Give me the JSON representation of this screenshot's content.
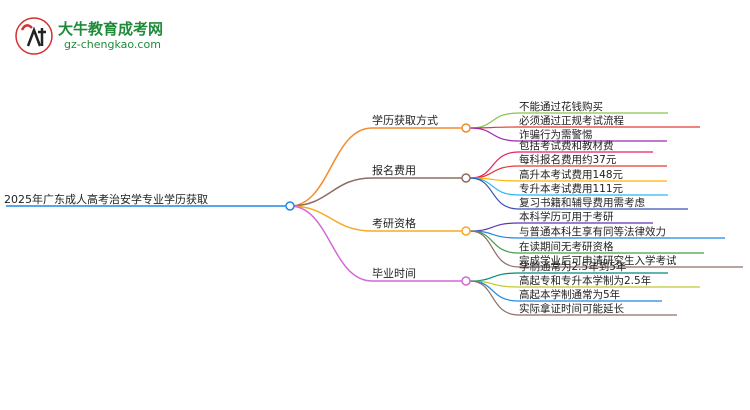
{
  "header": {
    "site_title": "大牛教育成考网",
    "site_url": "gz-chengkao.com"
  },
  "mindmap": {
    "root": "2025年广东成人高考治安学专业学历获取",
    "branches": [
      {
        "label": "学历获取方式",
        "color": "#f28c28",
        "leaves": [
          "不能通过花钱购买",
          "必须通过正规考试流程",
          "诈骗行为需警惕"
        ],
        "leaf_colors": [
          "#8bc34a",
          "#e53935",
          "#9c27b0"
        ]
      },
      {
        "label": "报名费用",
        "color": "#8d6e63",
        "leaves": [
          "包括考试费和教材费",
          "每科报名费用约37元",
          "高升本考试费用148元",
          "专升本考试费用111元",
          "复习书籍和辅导费用需考虑"
        ],
        "leaf_colors": [
          "#e91e63",
          "#e53935",
          "#ffb300",
          "#29b6f6",
          "#3f51b5"
        ]
      },
      {
        "label": "考研资格",
        "color": "#f9a825",
        "leaves": [
          "本科学历可用于考研",
          "与普通本科生享有同等法律效力",
          "在读期间无考研资格",
          "完成学业后可申请研究生入学考试"
        ],
        "leaf_colors": [
          "#5e35b1",
          "#1e88e5",
          "#43a047",
          "#8d6e63"
        ]
      },
      {
        "label": "毕业时间",
        "color": "#d16ad6",
        "leaves": [
          "学制通常为2.5年到5年",
          "高起专和专升本学制为2.5年",
          "高起本学制通常为5年",
          "实际拿证时间可能延长"
        ],
        "leaf_colors": [
          "#00897b",
          "#c0ca33",
          "#1e88e5",
          "#8d6e63"
        ]
      }
    ],
    "root_color": "#1e88e5"
  }
}
